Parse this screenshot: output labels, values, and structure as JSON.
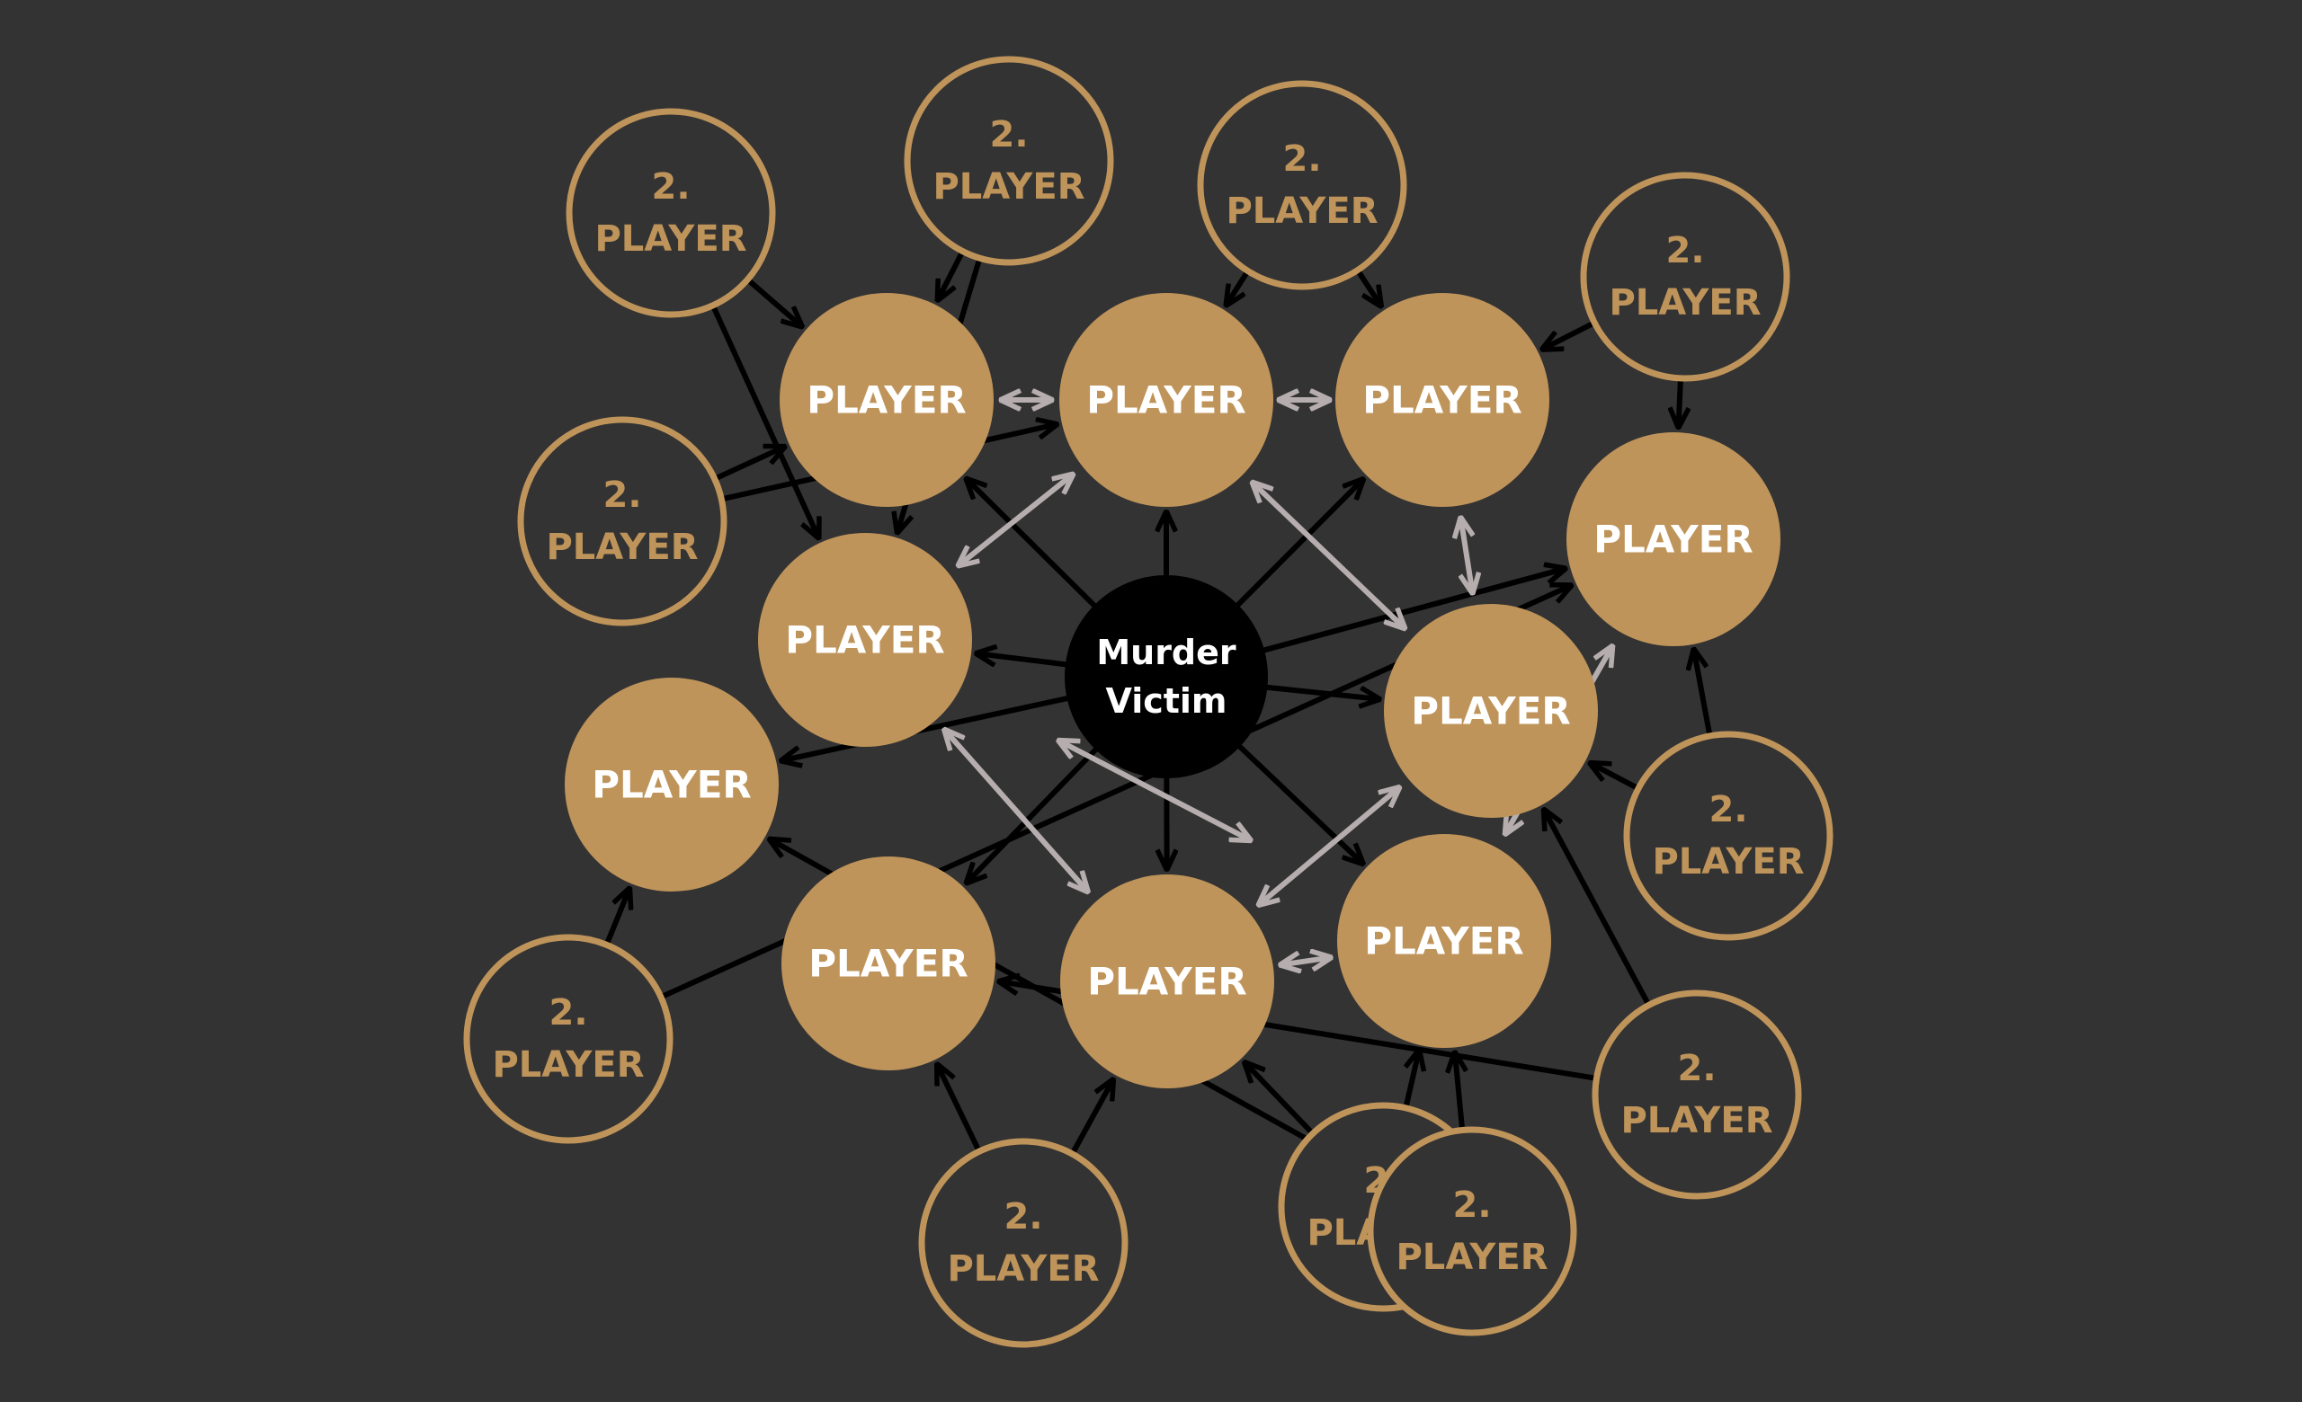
{
  "colors": {
    "background": "#333333",
    "player_fill": "#BF945A",
    "player_text": "#FFFFFF",
    "secondary_ring": "#BF945A",
    "secondary_text": "#BF945A",
    "victim_fill": "#000000",
    "victim_text": "#FFFFFF",
    "arrow_black": "#000000",
    "arrow_gray": "#B6AEAE"
  },
  "victim": {
    "id": "victim",
    "lines": [
      "Murder",
      "Victim"
    ]
  },
  "players": [
    {
      "id": "p1",
      "label": "PLAYER"
    },
    {
      "id": "p2",
      "label": "PLAYER"
    },
    {
      "id": "p3",
      "label": "PLAYER"
    },
    {
      "id": "p4",
      "label": "PLAYER"
    },
    {
      "id": "p5",
      "label": "PLAYER"
    },
    {
      "id": "p6",
      "label": "PLAYER"
    },
    {
      "id": "p7",
      "label": "PLAYER"
    },
    {
      "id": "p8",
      "label": "PLAYER"
    },
    {
      "id": "p9",
      "label": "PLAYER"
    },
    {
      "id": "p10",
      "label": "PLAYER"
    },
    {
      "id": "p11",
      "label": "PLAYER"
    }
  ],
  "secondary_players": [
    {
      "id": "s1",
      "lines": [
        "2.",
        "PLAYER"
      ]
    },
    {
      "id": "s2",
      "lines": [
        "2.",
        "PLAYER"
      ]
    },
    {
      "id": "s3",
      "lines": [
        "2.",
        "PLAYER"
      ]
    },
    {
      "id": "s4",
      "lines": [
        "2.",
        "PLAYER"
      ]
    },
    {
      "id": "s5",
      "lines": [
        "2.",
        "PLAYER"
      ]
    },
    {
      "id": "s6",
      "lines": [
        "2.",
        "PLAYER"
      ]
    },
    {
      "id": "s7",
      "lines": [
        "2.",
        "PLAYER"
      ]
    },
    {
      "id": "s8",
      "lines": [
        "2.",
        "PLAYER"
      ]
    },
    {
      "id": "s9",
      "lines": [
        "2.",
        "PLAYER"
      ]
    },
    {
      "id": "s10",
      "lines": [
        "2.",
        "PLAYER"
      ]
    },
    {
      "id": "s11",
      "lines": [
        "2.",
        "PLAYER"
      ]
    }
  ],
  "edges_victim": [
    {
      "to": "p1"
    },
    {
      "to": "p2"
    },
    {
      "to": "p3"
    },
    {
      "to": "p4"
    },
    {
      "to": "p5"
    },
    {
      "to": "p6"
    },
    {
      "to": "p7"
    },
    {
      "to": "p8"
    },
    {
      "to": "p9"
    },
    {
      "to": "p10"
    },
    {
      "to": "p11"
    }
  ],
  "edges_secondary": [
    {
      "from": "s1",
      "to": "p1"
    },
    {
      "from": "s1",
      "to": "p4"
    },
    {
      "from": "s2",
      "to": "p1"
    },
    {
      "from": "s2",
      "to": "p4"
    },
    {
      "from": "s3",
      "to": "p1"
    },
    {
      "from": "s3",
      "to": "p2"
    },
    {
      "from": "s4",
      "to": "p2"
    },
    {
      "from": "s4",
      "to": "p3"
    },
    {
      "from": "s5",
      "to": "p3"
    },
    {
      "from": "s5",
      "to": "p5"
    },
    {
      "from": "s6",
      "to": "p5"
    },
    {
      "from": "s6",
      "to": "p6"
    },
    {
      "from": "s7",
      "to": "p6"
    },
    {
      "from": "s7",
      "to": "p8"
    },
    {
      "from": "s8",
      "to": "p9"
    },
    {
      "from": "s8",
      "to": "p10"
    },
    {
      "from": "s9",
      "to": "p9"
    },
    {
      "from": "s9",
      "to": "p8"
    },
    {
      "from": "s10",
      "to": "p11"
    },
    {
      "from": "s10",
      "to": "p7"
    },
    {
      "from": "s11",
      "to": "p7"
    },
    {
      "from": "s11",
      "to": "p10"
    }
  ],
  "edges_mutual": [
    {
      "a": "p1",
      "b": "p2"
    },
    {
      "a": "p2",
      "b": "p3"
    },
    {
      "a": "p2",
      "b": "p4"
    },
    {
      "a": "p2",
      "b": "p6"
    },
    {
      "a": "p3",
      "b": "p6"
    },
    {
      "a": "p4",
      "b": "p10"
    },
    {
      "a": "p11",
      "b": "p10"
    },
    {
      "a": "p10",
      "b": "p9"
    },
    {
      "a": "p4",
      "b": "p9"
    },
    {
      "a": "p9",
      "b": "p6"
    }
  ]
}
